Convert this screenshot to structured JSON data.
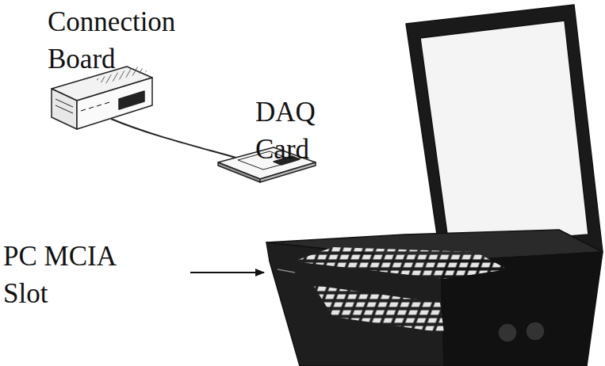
{
  "diagram": {
    "labels": [
      "Connection Board",
      "DAQ Card",
      "PC MCIA Slot"
    ]
  }
}
